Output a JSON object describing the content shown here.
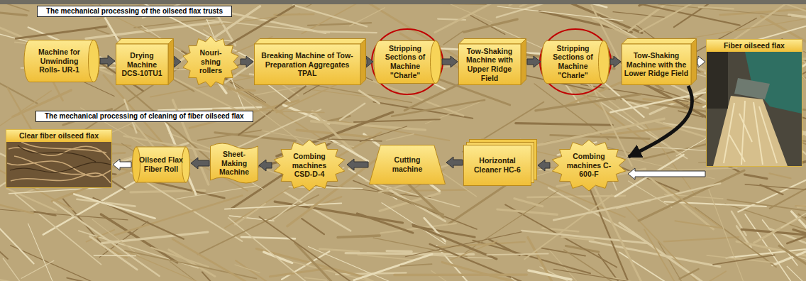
{
  "diagram": {
    "nodes": [
      {
        "text": [
          "The mechanical processing of the oilseed flax trusts"
        ]
      },
      {
        "text": [
          "Machine for Unwinding Rolls- UR-1"
        ]
      },
      {
        "text": [
          "Drying Machine DCS-10TU1"
        ]
      },
      {
        "text": [
          "Nouri-shing rollers"
        ]
      },
      {
        "text": [
          "Breaking Machine of Tow-Preparation Aggregates TPAL"
        ]
      },
      {
        "text": [
          "Stripping Sections of Machine \"Charle\""
        ]
      },
      {
        "text": [
          "Tow-Shaking Machine with Upper Ridge Field"
        ]
      },
      {
        "text": [
          "Stripping Sections of Machine \"Charle\""
        ]
      },
      {
        "text": [
          "Tow-Shaking Machine with the Lower Ridge Field"
        ]
      },
      {
        "text": [
          "Fiber oilseed flax"
        ]
      },
      {
        "text": [
          "The mechanical processing of cleaning of fiber oilseed flax"
        ]
      },
      {
        "text": [
          "Clear fiber oilseed flax"
        ]
      },
      {
        "text": [
          "Oilseed Flax Fiber Roll"
        ]
      },
      {
        "text": [
          "Sheet-Making Machine"
        ]
      },
      {
        "text": [
          "Combing machines CSD-D-4"
        ]
      },
      {
        "text": [
          "Cutting machine"
        ]
      },
      {
        "text": [
          "Horizontal Cleaner HC-6"
        ]
      },
      {
        "text": [
          "Combing machines C-600-F"
        ]
      }
    ],
    "edges": [
      {
        "from": 1,
        "to": 2,
        "arrow": "to"
      },
      {
        "from": 2,
        "to": 3,
        "arrow": "to"
      },
      {
        "from": 3,
        "to": 4,
        "arrow": "to"
      },
      {
        "from": 4,
        "to": 5,
        "arrow": "to"
      },
      {
        "from": 5,
        "to": 6,
        "arrow": "to"
      },
      {
        "from": 6,
        "to": 7,
        "arrow": "to"
      },
      {
        "from": 7,
        "to": 8,
        "arrow": "to"
      },
      {
        "from": 8,
        "to": 9,
        "arrow": "to"
      },
      {
        "from": 8,
        "to": 17,
        "arrow": "to"
      },
      {
        "from": 9,
        "to": 17,
        "arrow": "to"
      },
      {
        "from": 17,
        "to": 16,
        "arrow": "to"
      },
      {
        "from": 16,
        "to": 15,
        "arrow": "to"
      },
      {
        "from": 15,
        "to": 14,
        "arrow": "to"
      },
      {
        "from": 14,
        "to": 13,
        "arrow": "to"
      },
      {
        "from": 13,
        "to": 12,
        "arrow": "to"
      },
      {
        "from": 12,
        "to": 11,
        "arrow": "to"
      }
    ]
  }
}
